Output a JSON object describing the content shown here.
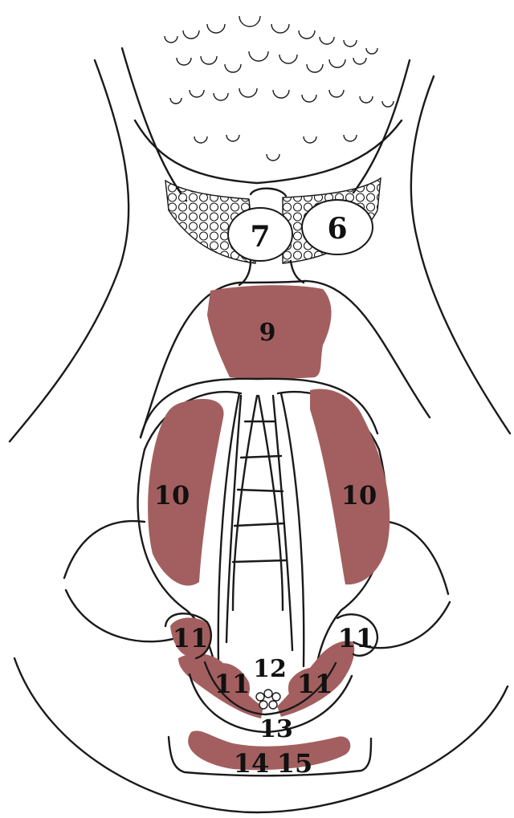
{
  "colors": {
    "region": "#a35f5f",
    "outline": "#1a1a1a",
    "background": "#ffffff"
  },
  "labels": {
    "l7": "7",
    "l6": "6",
    "l9": "9",
    "l10_left": "10",
    "l10_right": "10",
    "l11_outer_left": "11",
    "l11_outer_right": "11",
    "l11_inner_left": "11",
    "l11_inner_right": "11",
    "l12": "12",
    "l13": "13",
    "l14": "14",
    "l15": "15"
  }
}
